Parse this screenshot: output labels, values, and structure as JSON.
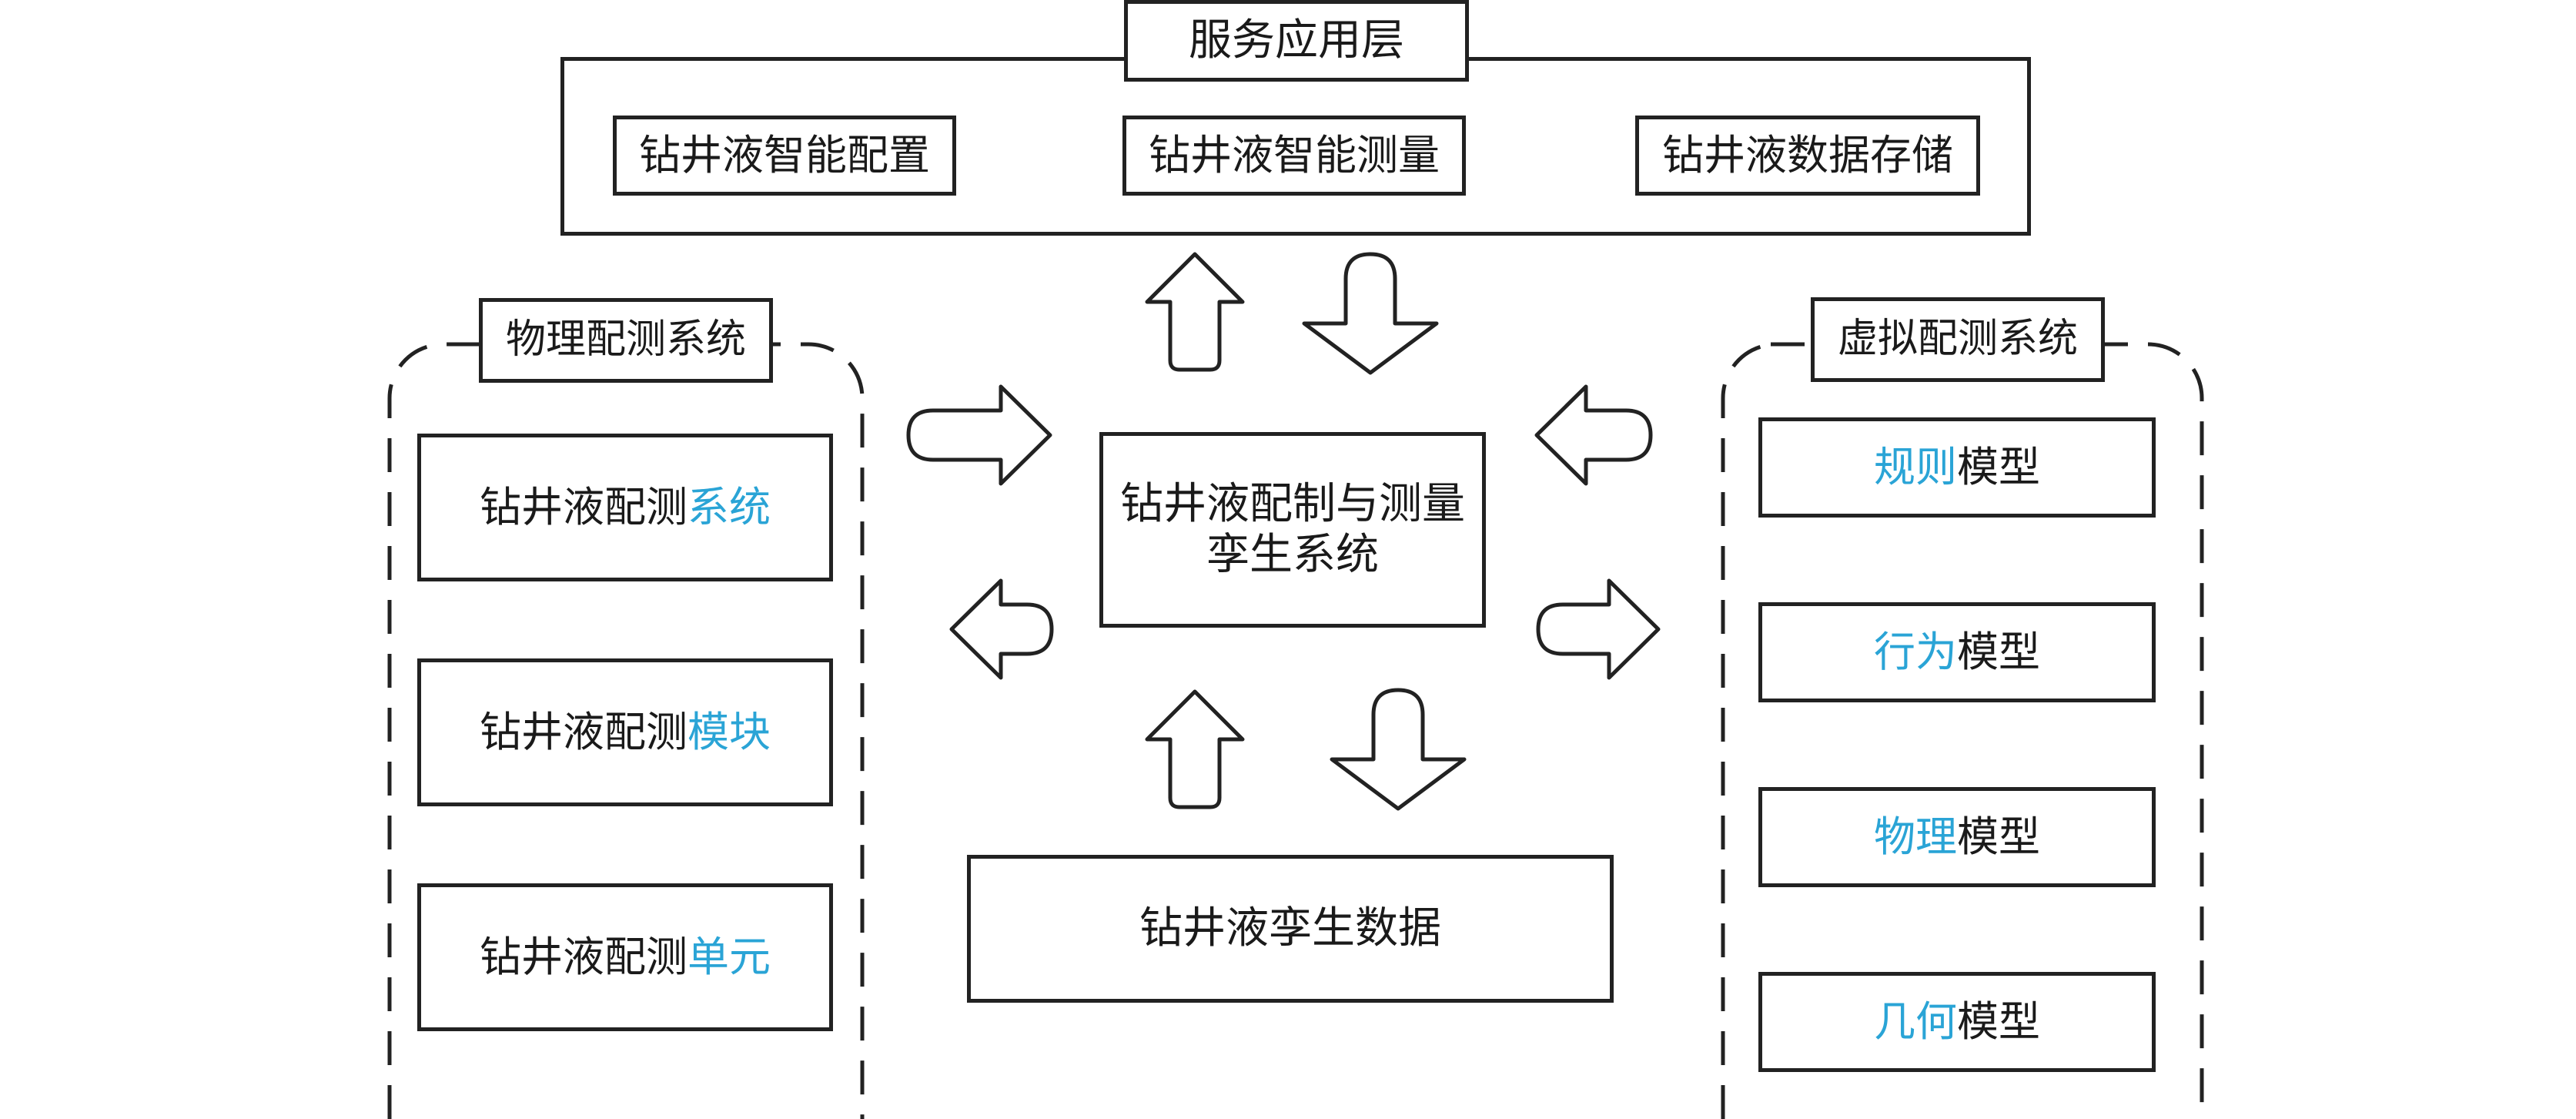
{
  "service_layer": {
    "title": "服务应用层",
    "items": [
      "钻井液智能配置",
      "钻井液智能测量",
      "钻井液数据存储"
    ]
  },
  "physical_system": {
    "title": "物理配测系统",
    "items": [
      {
        "prefix": "钻井液配测",
        "accent": "系统"
      },
      {
        "prefix": "钻井液配测",
        "accent": "模块"
      },
      {
        "prefix": "钻井液配测",
        "accent": "单元"
      }
    ]
  },
  "virtual_system": {
    "title": "虚拟配测系统",
    "items": [
      {
        "accent": "规则",
        "suffix": "模型"
      },
      {
        "accent": "行为",
        "suffix": "模型"
      },
      {
        "accent": "物理",
        "suffix": "模型"
      },
      {
        "accent": "几何",
        "suffix": "模型"
      }
    ]
  },
  "twin_system": {
    "line1": "钻井液配制与测量",
    "line2": "孪生系统"
  },
  "twin_data": {
    "label": "钻井液孪生数据"
  },
  "colors": {
    "stroke": "#222222",
    "text": "#1a1a1a",
    "accent": "#2aa4d6",
    "background": "#ffffff"
  }
}
